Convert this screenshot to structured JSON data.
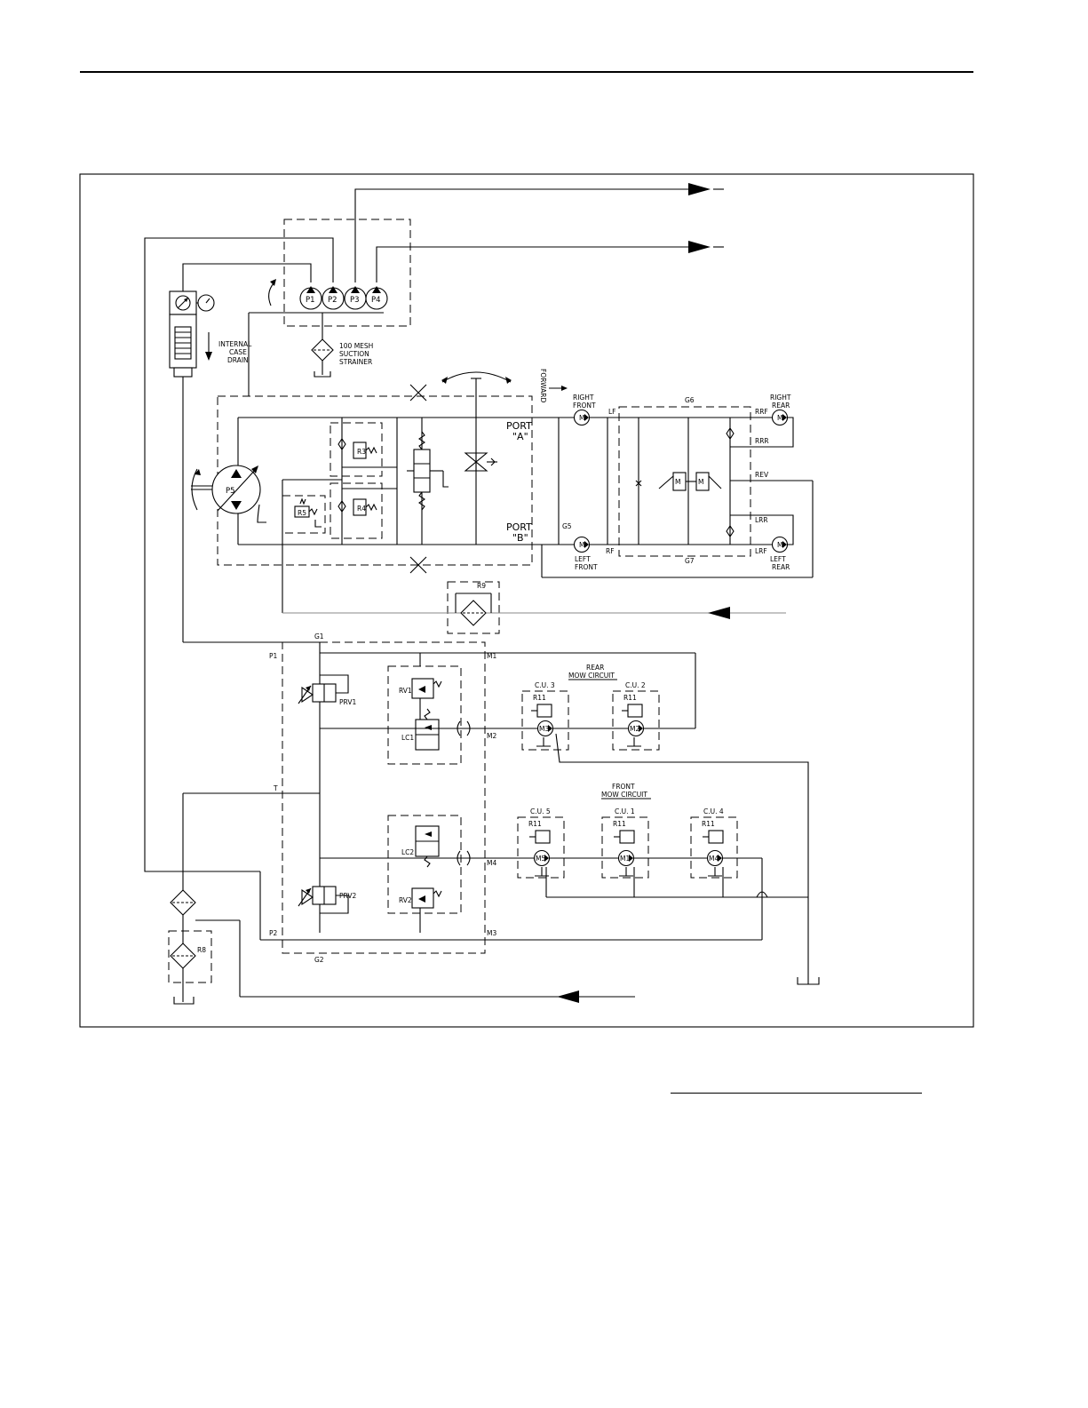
{
  "labels": {
    "pumps": [
      "P1",
      "P2",
      "P3",
      "P4"
    ],
    "internal_case_drain": [
      "INTERNAL",
      "CASE",
      "DRAIN"
    ],
    "strainer": [
      "100 MESH",
      "SUCTION",
      "STRAINER"
    ],
    "forward": "FORWARD",
    "port_a": [
      "PORT",
      "\"A\""
    ],
    "port_b": [
      "PORT",
      "\"B\""
    ],
    "traction_pump": "P5",
    "relief_r3": "R3",
    "relief_r4": "R4",
    "relief_r5": "R5",
    "relief_r8": "R8",
    "relief_r9": "R9",
    "right_front": [
      "RIGHT",
      "FRONT"
    ],
    "left_front": [
      "LEFT",
      "FRONT"
    ],
    "right_rear": [
      "RIGHT",
      "REAR"
    ],
    "left_rear": [
      "LEFT",
      "REAR"
    ],
    "lf": "LF",
    "rf": "RF",
    "rrf": "RRF",
    "rrr": "RRR",
    "rev": "REV",
    "lrr": "LRR",
    "lrf": "LRF",
    "g5": "G5",
    "g6": "G6",
    "g7": "G7",
    "g1": "G1",
    "g2": "G2",
    "p1_port": "P1",
    "p2_port": "P2",
    "t_port": "T",
    "m1": "M1",
    "m2": "M2",
    "m3": "M3",
    "m4": "M4",
    "prv1": "PRV1",
    "prv2": "PRV2",
    "rv1": "RV1",
    "rv2": "RV2",
    "lc1": "LC1",
    "lc2": "LC2",
    "rear_mow": [
      "REAR",
      "MOW CIRCUIT"
    ],
    "front_mow": [
      "FRONT",
      "MOW CIRCUIT"
    ],
    "cu3": "C.U. 3",
    "cu2": "C.U. 2",
    "cu5": "C.U. 5",
    "cu1": "C.U. 1",
    "cu4": "C.U. 4",
    "r11": "R11",
    "motor_m3": "M3",
    "motor_m2": "M2",
    "motor_m5": "M5",
    "motor_m1": "M1",
    "motor_m4": "M4",
    "wheel_motor": "M"
  }
}
